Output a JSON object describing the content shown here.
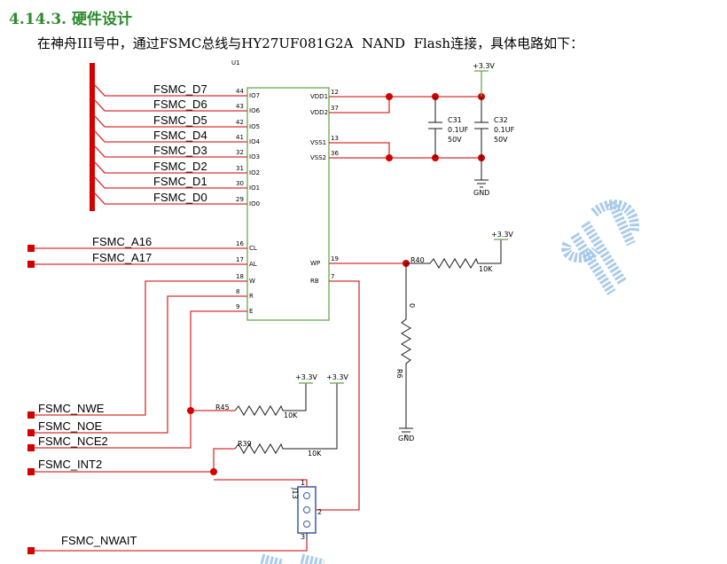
{
  "section_title": "4.14.3. 硬件设计",
  "description": "在神舟III号中，通过FSMC总线与HY27UF081G2A  NAND  Flash连接，具体电路如下：",
  "chip": {
    "ref": "U1",
    "left_pins": [
      {
        "num": "44",
        "name": "IO7",
        "net": "FSMC_D7"
      },
      {
        "num": "43",
        "name": "IO6",
        "net": "FSMC_D6"
      },
      {
        "num": "42",
        "name": "IO5",
        "net": "FSMC_D5"
      },
      {
        "num": "41",
        "name": "IO4",
        "net": "FSMC_D4"
      },
      {
        "num": "32",
        "name": "IO3",
        "net": "FSMC_D3"
      },
      {
        "num": "31",
        "name": "IO2",
        "net": "FSMC_D2"
      },
      {
        "num": "30",
        "name": "IO1",
        "net": "FSMC_D1"
      },
      {
        "num": "29",
        "name": "IO0",
        "net": "FSMC_D0"
      },
      {
        "num": "16",
        "name": "CL",
        "net": "FSMC_A16"
      },
      {
        "num": "17",
        "name": "AL",
        "net": "FSMC_A17"
      },
      {
        "num": "18",
        "name": "W",
        "net": ""
      },
      {
        "num": "8",
        "name": "R",
        "net": ""
      },
      {
        "num": "9",
        "name": "E",
        "net": ""
      }
    ],
    "right_pins": [
      {
        "num": "12",
        "name": "VDD1"
      },
      {
        "num": "37",
        "name": "VDD2"
      },
      {
        "num": "13",
        "name": "VSS1"
      },
      {
        "num": "36",
        "name": "VSS2"
      },
      {
        "num": "19",
        "name": "WP"
      },
      {
        "num": "7",
        "name": "RB"
      }
    ]
  },
  "nets": {
    "nwe": "FSMC_NWE",
    "noe": "FSMC_NOE",
    "nce2": "FSMC_NCE2",
    "int2": "FSMC_INT2",
    "nwait": "FSMC_NWAIT"
  },
  "power": {
    "vcc": "+3.3V",
    "gnd": "GND"
  },
  "capacitors": [
    {
      "ref": "C31",
      "value": "0.1UF",
      "voltage": "50V"
    },
    {
      "ref": "C32",
      "value": "0.1UF",
      "voltage": "50V"
    }
  ],
  "resistors": [
    {
      "ref": "R40",
      "value": "10K"
    },
    {
      "ref": "R6",
      "value": "0"
    },
    {
      "ref": "R45",
      "value": "10K"
    },
    {
      "ref": "R39",
      "value": "10K"
    }
  ],
  "jumper": {
    "ref": "J13",
    "pins": [
      "1",
      "2",
      "3"
    ]
  },
  "colors": {
    "title": "#2e8b2e",
    "wire": "#d83030",
    "junction": "#d40000",
    "power": "#6aa84f",
    "watermark": "#9dc3e6"
  }
}
